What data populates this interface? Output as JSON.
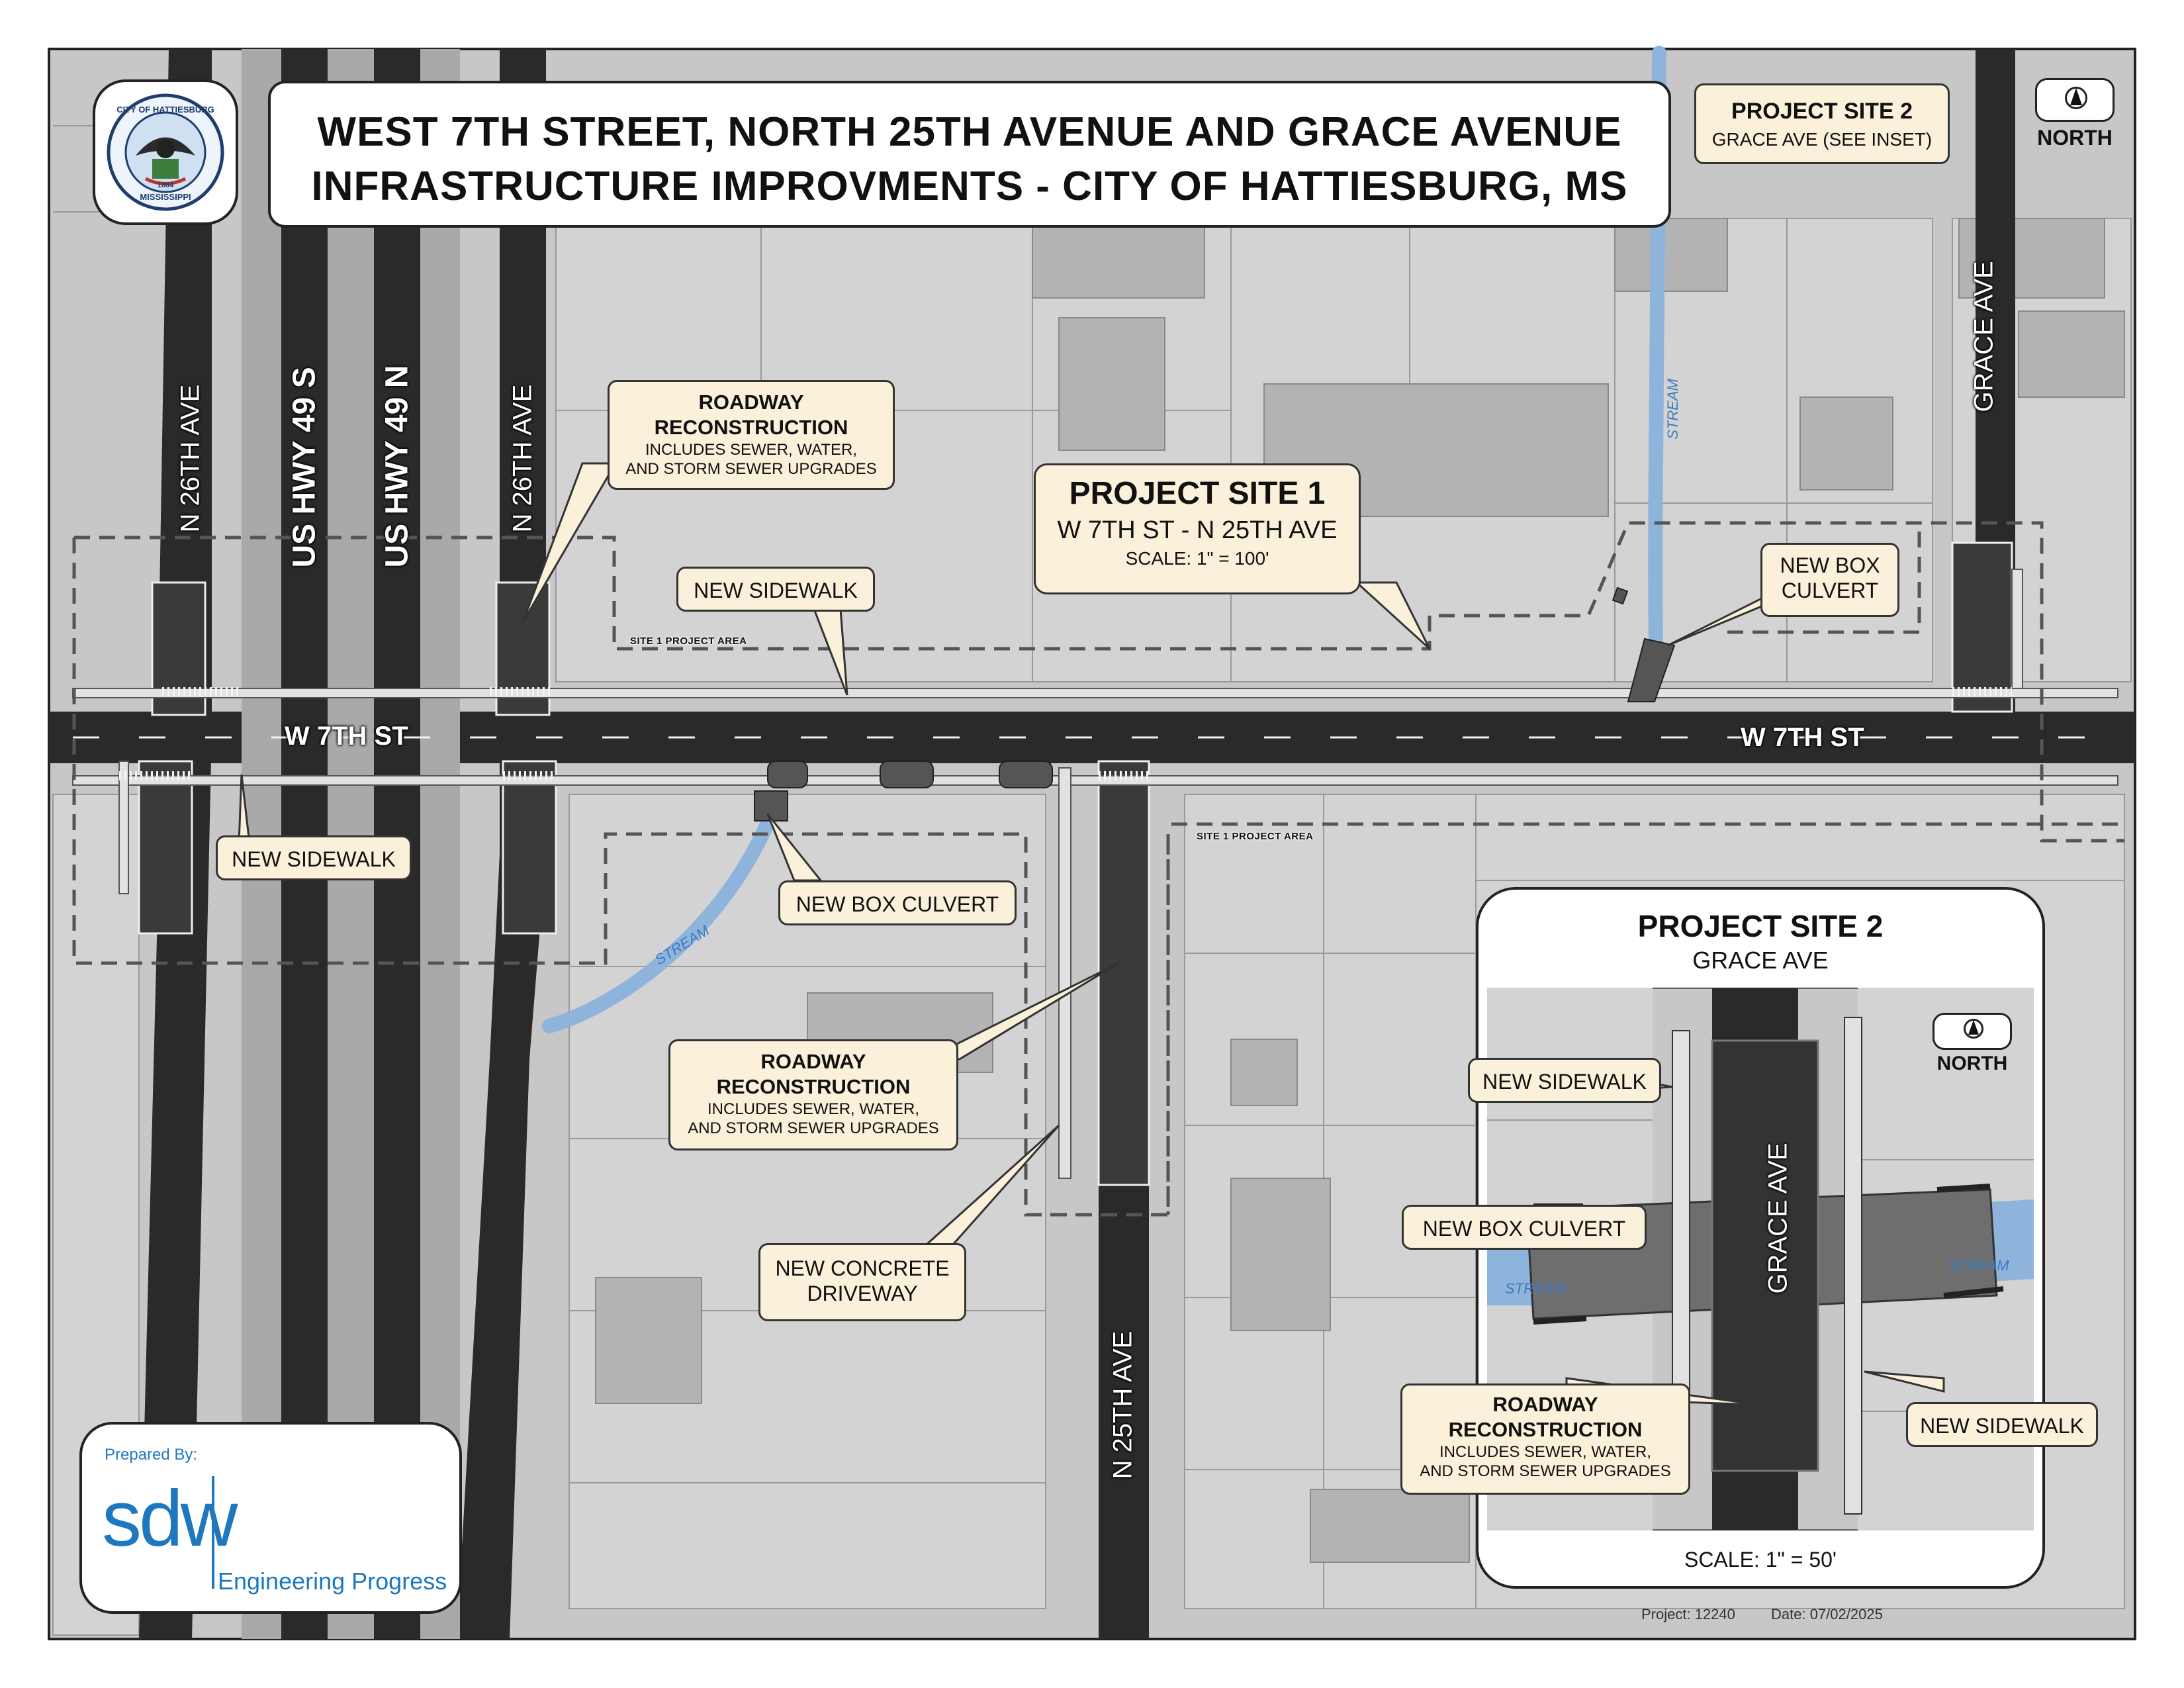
{
  "title": {
    "line1": "WEST 7TH STREET, NORTH 25TH AVENUE AND GRACE AVENUE",
    "line2": "INFRASTRUCTURE IMPROVMENTS - CITY OF HATTIESBURG, MS"
  },
  "seal": {
    "top_text": "CITY OF HATTIESBURG",
    "bottom_text": "MISSISSIPPI",
    "year": "1884"
  },
  "project_site2_box": {
    "title": "PROJECT SITE 2",
    "subtitle": "GRACE AVE (SEE INSET)"
  },
  "north_arrow": {
    "label": "NORTH",
    "icon": "north-arrow-icon"
  },
  "project_site1": {
    "title": "PROJECT SITE 1",
    "subtitle": "W 7TH ST - N 25TH AVE",
    "scale": "SCALE: 1\" = 100'"
  },
  "roads": {
    "w7th_left": "W 7TH ST",
    "w7th_right": "W 7TH ST",
    "n26th_left": "N 26TH AVE",
    "us49s": "US HWY 49 S",
    "us49n": "US HWY 49 N",
    "n26th_right": "N 26TH AVE",
    "grace_top": "GRACE AVE",
    "n25th": "N 25TH AVE"
  },
  "stream_labels": {
    "top": "STREAM",
    "left": "STREAM"
  },
  "area_labels": {
    "site1_top": "SITE 1 PROJECT AREA",
    "site1_right": "SITE 1 PROJECT AREA"
  },
  "callouts": {
    "roadway_top": {
      "heading1": "ROADWAY",
      "heading2": "RECONSTRUCTION",
      "detail1": "INCLUDES SEWER, WATER,",
      "detail2": "AND STORM SEWER UPGRADES"
    },
    "new_sidewalk_top": "NEW SIDEWALK",
    "new_sidewalk_left": "NEW SIDEWALK",
    "new_box_culvert_mid": "NEW BOX CULVERT",
    "new_box_culvert_right_1": "NEW BOX",
    "new_box_culvert_right_2": "CULVERT",
    "roadway_mid": {
      "heading1": "ROADWAY",
      "heading2": "RECONSTRUCTION",
      "detail1": "INCLUDES SEWER, WATER,",
      "detail2": "AND STORM SEWER UPGRADES"
    },
    "new_concrete_driveway_1": "NEW CONCRETE",
    "new_concrete_driveway_2": "DRIVEWAY"
  },
  "inset": {
    "title": "PROJECT SITE 2",
    "subtitle": "GRACE AVE",
    "north_label": "NORTH",
    "road_label": "GRACE AVE",
    "stream_left": "STREAM",
    "stream_right": "STREAM",
    "new_sidewalk_left": "NEW SIDEWALK",
    "new_box_culvert": "NEW BOX CULVERT",
    "new_sidewalk_right": "NEW SIDEWALK",
    "roadway": {
      "heading1": "ROADWAY",
      "heading2": "RECONSTRUCTION",
      "detail1": "INCLUDES SEWER, WATER,",
      "detail2": "AND STORM SEWER UPGRADES"
    },
    "scale": "SCALE: 1\" = 50'"
  },
  "prepared_by": {
    "label": "Prepared By:",
    "logo_text": "sdw",
    "tagline": "Engineering Progress"
  },
  "footer": {
    "project": "Project: 12240",
    "date": "Date: 07/02/2025"
  },
  "colors": {
    "background_gray": "#c8c8c8",
    "parcel_gray": "#d2d2d2",
    "building_gray": "#b4b4b4",
    "road_dark": "#262626",
    "stream_blue": "#8fb4dc",
    "callout_fill": "#fbf0d9",
    "logo_blue": "#1e78bf"
  }
}
